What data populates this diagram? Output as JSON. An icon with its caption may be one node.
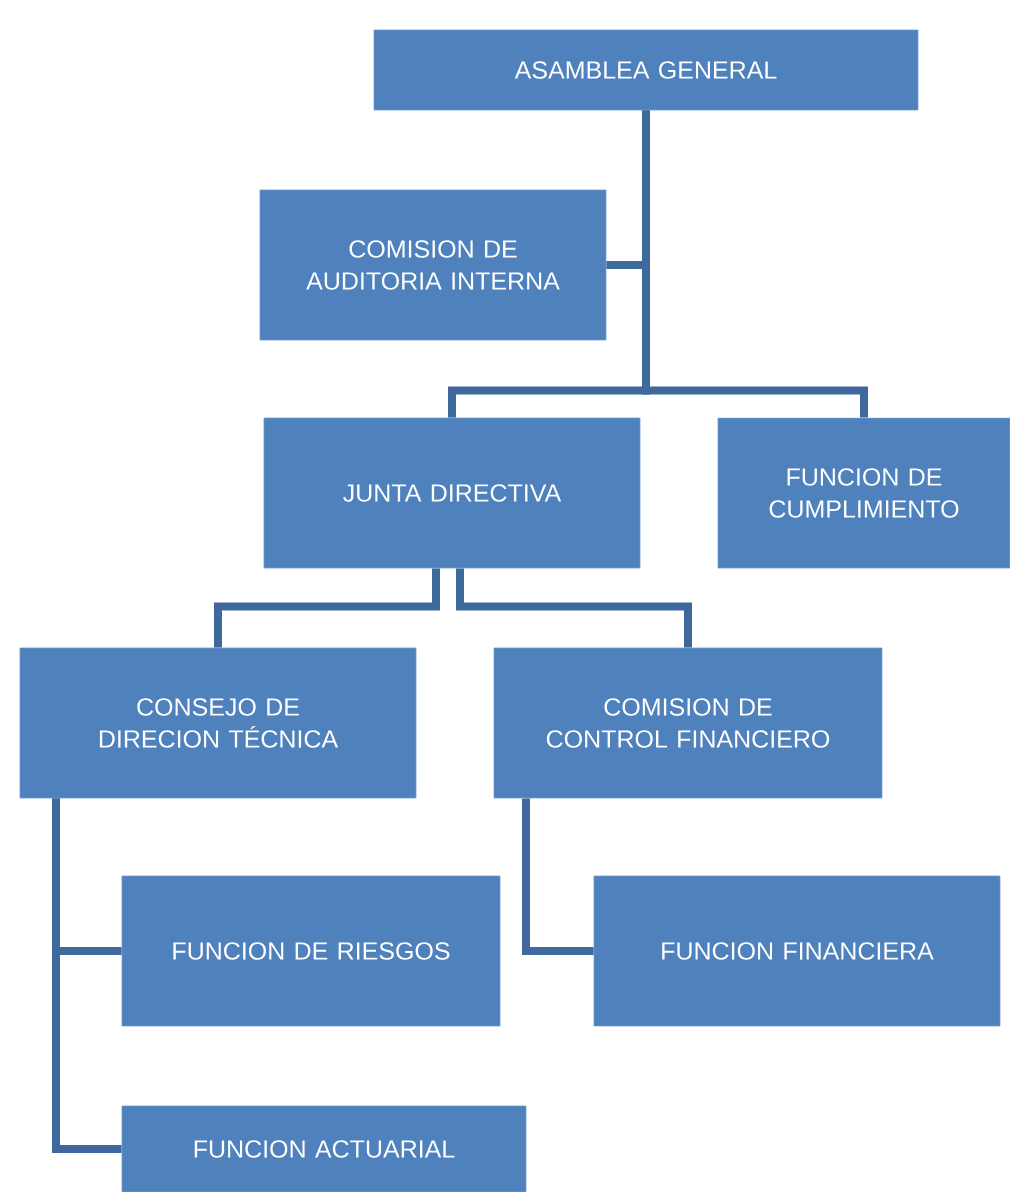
{
  "diagram": {
    "nodes": [
      {
        "text": [
          "ASAMBLEA GENERAL"
        ]
      },
      {
        "text": [
          "COMISION DE AUDITORIA INTERNA"
        ]
      },
      {
        "text": [
          "JUNTA DIRECTIVA"
        ]
      },
      {
        "text": [
          "FUNCION DE CUMPLIMIENTO"
        ]
      },
      {
        "text": [
          "CONSEJO DE DIRECION TÉCNICA"
        ]
      },
      {
        "text": [
          "COMISION DE CONTROL FINANCIERO"
        ]
      },
      {
        "text": [
          "FUNCION DE RIESGOS"
        ]
      },
      {
        "text": [
          "FUNCION FINANCIERA"
        ]
      },
      {
        "text": [
          "FUNCION ACTUARIAL"
        ]
      }
    ],
    "edges": [
      {
        "from": 0,
        "to": 1,
        "arrow": "none"
      },
      {
        "from": 0,
        "to": 2,
        "arrow": "none"
      },
      {
        "from": 0,
        "to": 3,
        "arrow": "none"
      },
      {
        "from": 2,
        "to": 4,
        "arrow": "none"
      },
      {
        "from": 2,
        "to": 5,
        "arrow": "none"
      },
      {
        "from": 4,
        "to": 6,
        "arrow": "none"
      },
      {
        "from": 4,
        "to": 8,
        "arrow": "none"
      },
      {
        "from": 5,
        "to": 7,
        "arrow": "none"
      }
    ]
  }
}
